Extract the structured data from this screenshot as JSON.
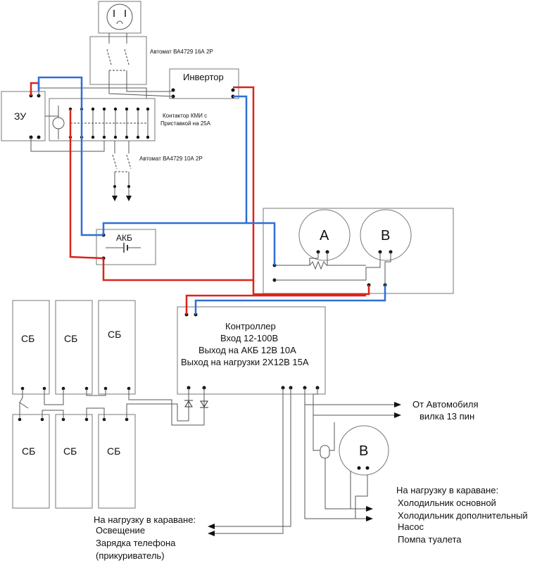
{
  "labels": {
    "breaker16": "Автомат ВА4729 16А 2Р",
    "inverter": "Инвертор",
    "charger": "ЗУ",
    "contactor_line1": "Контактор КМИ с",
    "contactor_line2": "Приставкой на 25А",
    "breaker10": "Автомат ВА4729 10А 2Р",
    "battery": "АКБ",
    "meter_a": "A",
    "meter_b": "B",
    "meter_b2": "B",
    "solar_panel": "СБ",
    "controller_title": "Контроллер",
    "controller_input": "Вход 12-100В",
    "controller_batt_out": "Выход на АКБ 12В 10А",
    "controller_load_out": "Выход на нагрузки 2Х12В 15А",
    "from_car_line1": "От Автомобиля",
    "from_car_line2": "вилка 13 пин"
  },
  "load_right": {
    "title": "На нагрузку в караване:",
    "items": [
      "Холодильник основной",
      "Холодильник дополнительный",
      "Насос",
      "Помпа туалета"
    ]
  },
  "load_left": {
    "title": "На нагрузку в караване:",
    "items": [
      "Освещение",
      "Зарядка телефона",
      "(прикуриватель)"
    ]
  },
  "bullet_char": "",
  "colors": {
    "positive": "#d9251c",
    "negative": "#2f6fd6"
  }
}
